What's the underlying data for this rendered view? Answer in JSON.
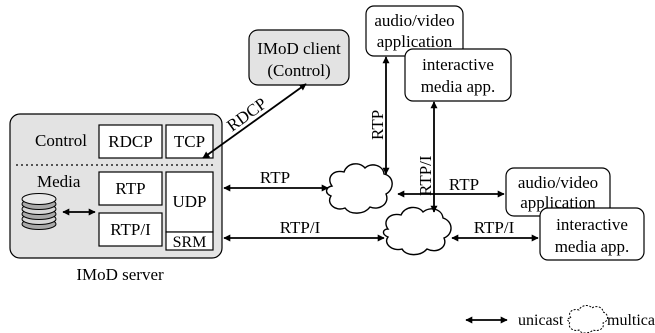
{
  "server": {
    "title": "IMoD server",
    "control_label": "Control",
    "media_label": "Media",
    "rdcp": "RDCP",
    "tcp": "TCP",
    "rtp": "RTP",
    "rtpi": "RTP/I",
    "udp": "UDP",
    "srm": "SRM"
  },
  "client": {
    "line1": "IMoD client",
    "line2": "(Control)"
  },
  "apps": {
    "av_line1": "audio/video",
    "av_line2": "application",
    "im_line1": "interactive",
    "im_line2": "media app."
  },
  "links": {
    "rdcp": "RDCP",
    "rtp": "RTP",
    "rtpi": "RTP/I"
  },
  "legend": {
    "unicast": "unicast",
    "multicast": "multicast"
  }
}
